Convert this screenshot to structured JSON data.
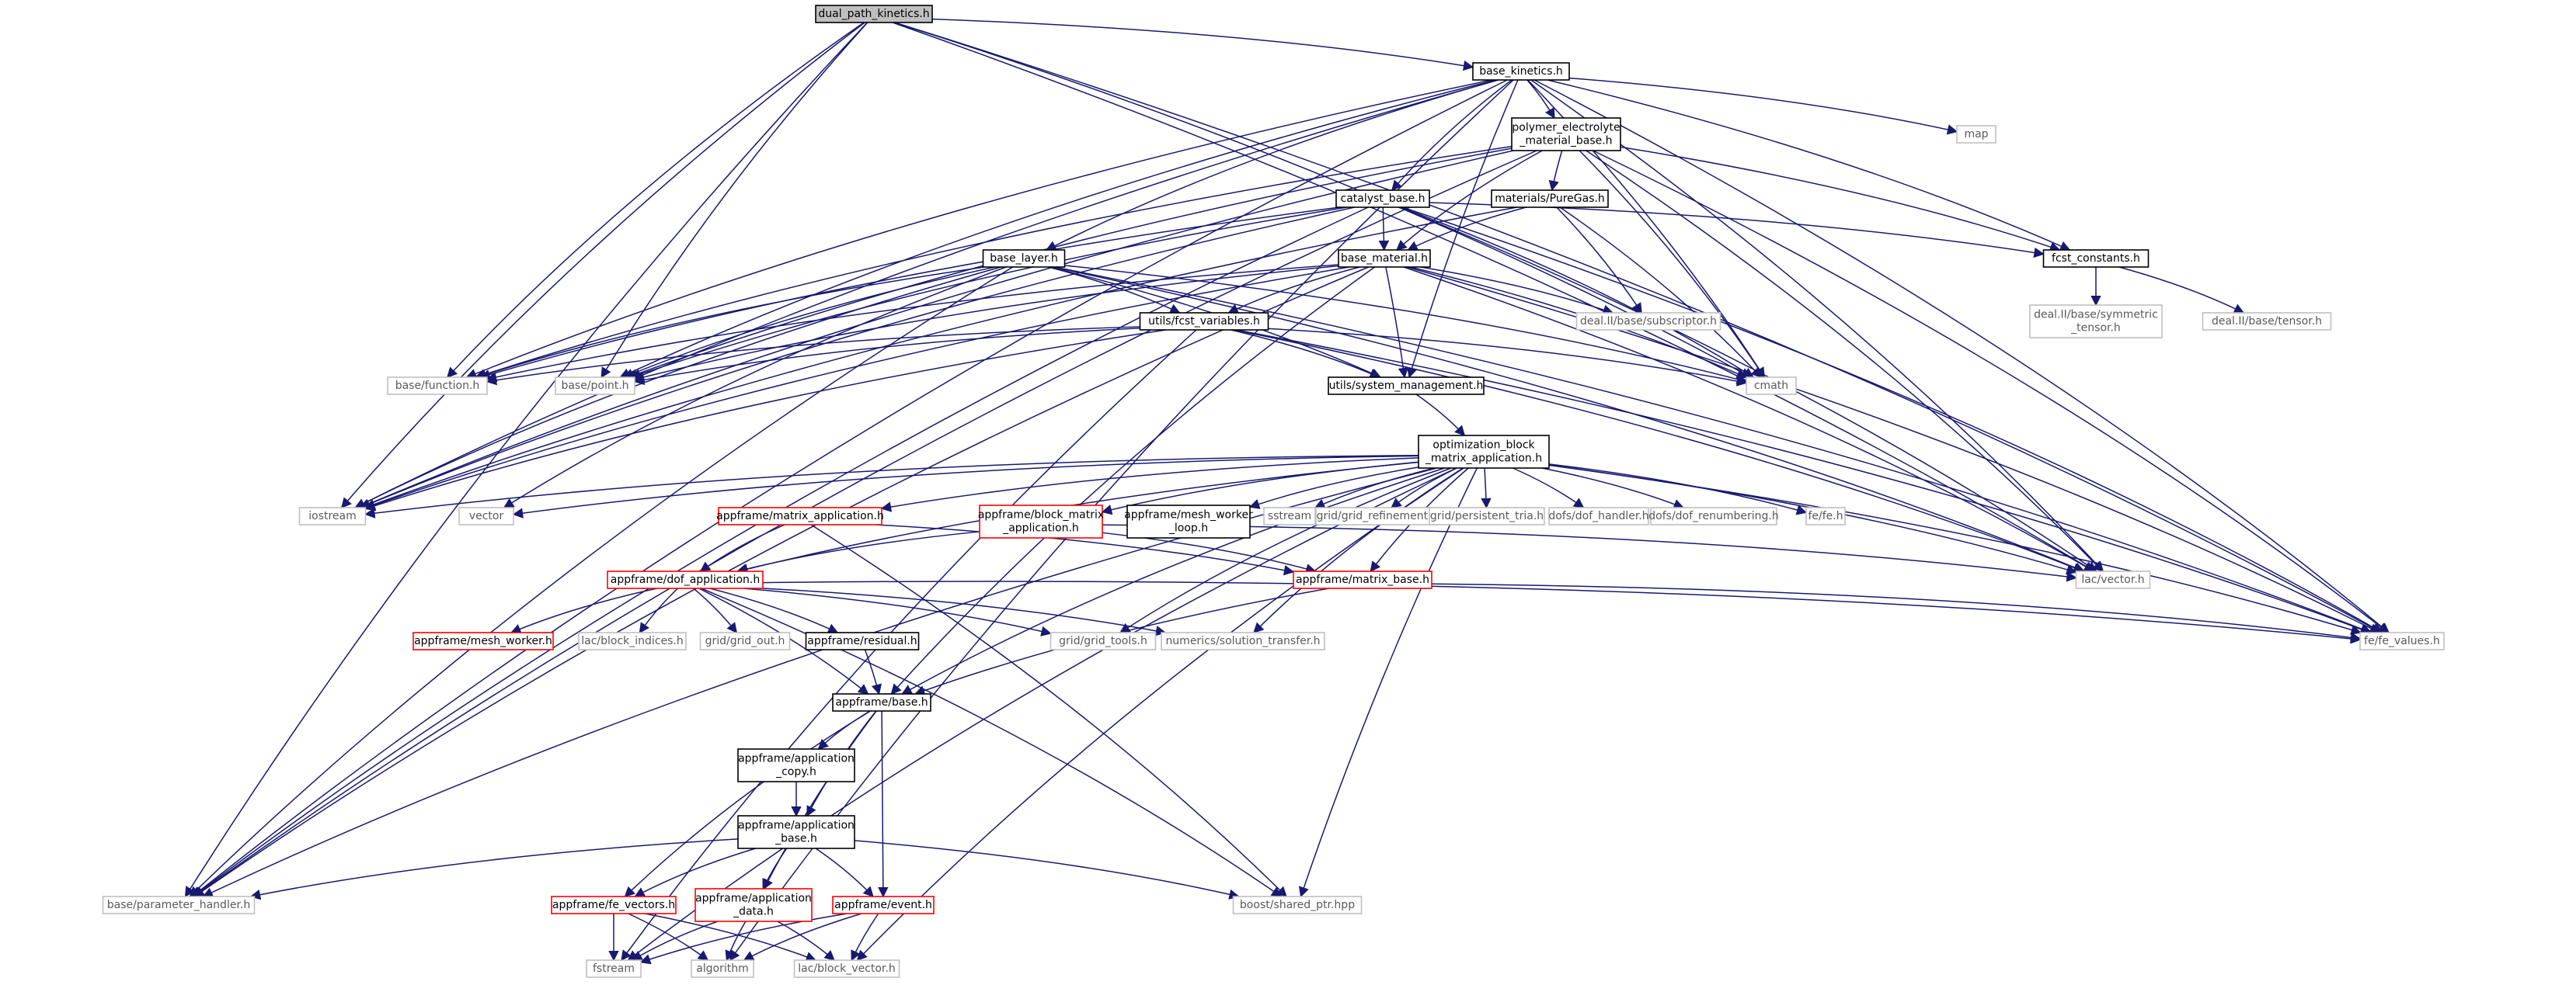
{
  "colors": {
    "edge": "#191970",
    "border_black": "#000000",
    "border_gray": "#bfbfbf",
    "border_red": "#ff0000",
    "root_fill": "#bfbfbf",
    "text_black": "#000000",
    "text_gray": "#595959"
  },
  "nodes": {
    "dual_path_kinetics": {
      "label": "dual_path_kinetics.h",
      "style": "root"
    },
    "base_kinetics": {
      "label": "base_kinetics.h",
      "style": "black"
    },
    "polymer_electrolyte": {
      "label": [
        "polymer_electrolyte",
        "_material_base.h"
      ],
      "style": "black"
    },
    "map": {
      "label": "map",
      "style": "gray"
    },
    "catalyst_base": {
      "label": "catalyst_base.h",
      "style": "black"
    },
    "pure_gas": {
      "label": "materials/PureGas.h",
      "style": "black"
    },
    "fcst_constants": {
      "label": "fcst_constants.h",
      "style": "black"
    },
    "base_layer": {
      "label": "base_layer.h",
      "style": "black"
    },
    "base_material": {
      "label": "base_material.h",
      "style": "black"
    },
    "deal_symmetric": {
      "label": [
        "deal.II/base/symmetric",
        "_tensor.h"
      ],
      "style": "gray"
    },
    "deal_tensor": {
      "label": "deal.II/base/tensor.h",
      "style": "gray"
    },
    "fcst_variables": {
      "label": "utils/fcst_variables.h",
      "style": "black"
    },
    "deal_subscriptor": {
      "label": "deal.II/base/subscriptor.h",
      "style": "gray"
    },
    "base_function": {
      "label": "base/function.h",
      "style": "gray"
    },
    "base_point": {
      "label": "base/point.h",
      "style": "gray"
    },
    "cmath": {
      "label": "cmath",
      "style": "gray"
    },
    "system_management": {
      "label": "utils/system_management.h",
      "style": "black"
    },
    "optimization_block": {
      "label": [
        "optimization_block",
        "_matrix_application.h"
      ],
      "style": "black"
    },
    "iostream": {
      "label": "iostream",
      "style": "gray"
    },
    "vector": {
      "label": "vector",
      "style": "gray"
    },
    "matrix_application": {
      "label": "appframe/matrix_application.h",
      "style": "red"
    },
    "block_matrix": {
      "label": [
        "appframe/block_matrix",
        "_application.h"
      ],
      "style": "red"
    },
    "mesh_worker_loop": {
      "label": [
        "appframe/mesh_worker",
        "_loop.h"
      ],
      "style": "black"
    },
    "sstream": {
      "label": "sstream",
      "style": "gray"
    },
    "grid_refinement": {
      "label": "grid/grid_refinement.h",
      "style": "gray"
    },
    "persistent_tria": {
      "label": "grid/persistent_tria.h",
      "style": "gray"
    },
    "dof_handler": {
      "label": "dofs/dof_handler.h",
      "style": "gray"
    },
    "dof_renumbering": {
      "label": "dofs/dof_renumbering.h",
      "style": "gray"
    },
    "fe_fe": {
      "label": "fe/fe.h",
      "style": "gray"
    },
    "lac_vector": {
      "label": "lac/vector.h",
      "style": "gray"
    },
    "dof_application": {
      "label": "appframe/dof_application.h",
      "style": "red"
    },
    "matrix_base": {
      "label": "appframe/matrix_base.h",
      "style": "red"
    },
    "mesh_worker": {
      "label": "appframe/mesh_worker.h",
      "style": "red"
    },
    "block_indices": {
      "label": "lac/block_indices.h",
      "style": "gray"
    },
    "grid_out": {
      "label": "grid/grid_out.h",
      "style": "gray"
    },
    "residual": {
      "label": "appframe/residual.h",
      "style": "black"
    },
    "grid_tools": {
      "label": "grid/grid_tools.h",
      "style": "gray"
    },
    "solution_transfer": {
      "label": "numerics/solution_transfer.h",
      "style": "gray"
    },
    "fe_values": {
      "label": "fe/fe_values.h",
      "style": "gray"
    },
    "appframe_base": {
      "label": "appframe/base.h",
      "style": "black"
    },
    "application_copy": {
      "label": [
        "appframe/application",
        "_copy.h"
      ],
      "style": "black"
    },
    "application_base": {
      "label": [
        "appframe/application",
        "_base.h"
      ],
      "style": "black"
    },
    "parameter_handler": {
      "label": "base/parameter_handler.h",
      "style": "gray"
    },
    "fe_vectors": {
      "label": "appframe/fe_vectors.h",
      "style": "red"
    },
    "application_data": {
      "label": [
        "appframe/application",
        "_data.h"
      ],
      "style": "red"
    },
    "event": {
      "label": "appframe/event.h",
      "style": "red"
    },
    "shared_ptr": {
      "label": "boost/shared_ptr.hpp",
      "style": "gray"
    },
    "fstream": {
      "label": "fstream",
      "style": "gray"
    },
    "algorithm": {
      "label": "algorithm",
      "style": "gray"
    },
    "block_vector": {
      "label": "lac/block_vector.h",
      "style": "gray"
    }
  }
}
